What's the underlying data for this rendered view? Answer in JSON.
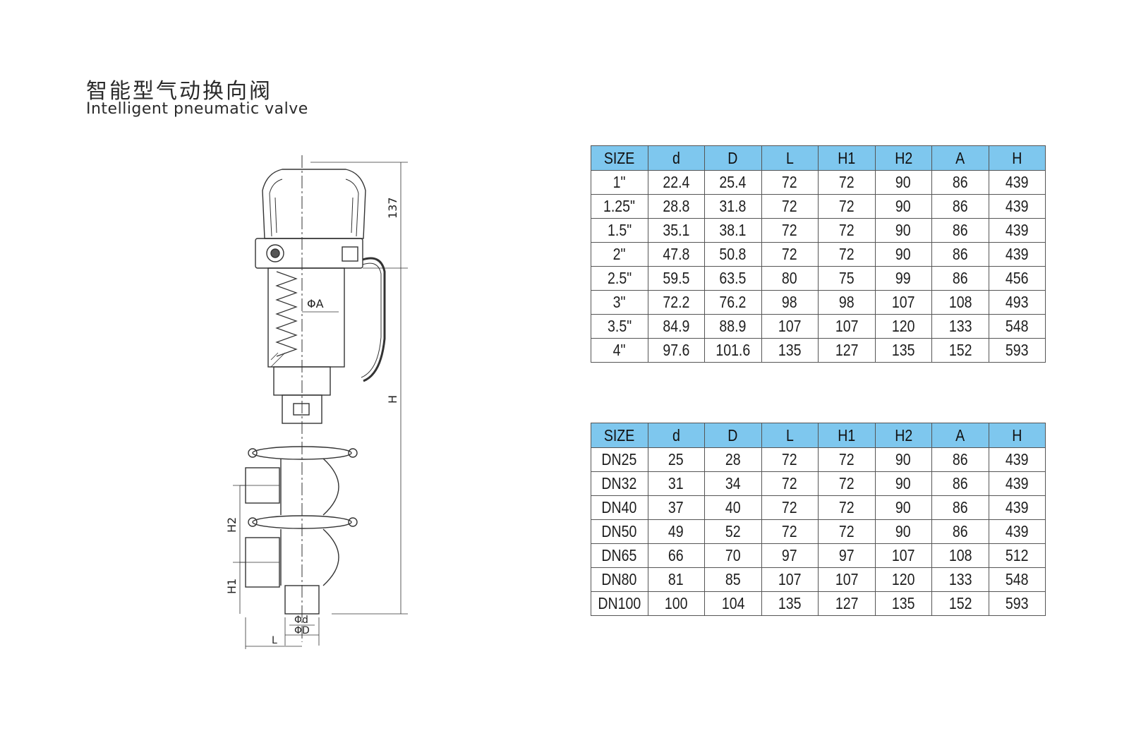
{
  "title": {
    "cn": "智能型气动换向阀",
    "en": "Intelligent pneumatic valve"
  },
  "drawing": {
    "labels": {
      "dim_137": "137",
      "dim_H": "H",
      "dim_phiA": "ΦA",
      "dim_H2": "H2",
      "dim_H1": "H1",
      "dim_phid": "Φd",
      "dim_phiD": "ΦD",
      "dim_L": "L"
    }
  },
  "tables": {
    "inch": {
      "headers": [
        "SIZE",
        "d",
        "D",
        "L",
        "H1",
        "H2",
        "A",
        "H"
      ],
      "rows": [
        [
          "1\"",
          "22.4",
          "25.4",
          "72",
          "72",
          "90",
          "86",
          "439"
        ],
        [
          "1.25\"",
          "28.8",
          "31.8",
          "72",
          "72",
          "90",
          "86",
          "439"
        ],
        [
          "1.5\"",
          "35.1",
          "38.1",
          "72",
          "72",
          "90",
          "86",
          "439"
        ],
        [
          "2\"",
          "47.8",
          "50.8",
          "72",
          "72",
          "90",
          "86",
          "439"
        ],
        [
          "2.5\"",
          "59.5",
          "63.5",
          "80",
          "75",
          "99",
          "86",
          "456"
        ],
        [
          "3\"",
          "72.2",
          "76.2",
          "98",
          "98",
          "107",
          "108",
          "493"
        ],
        [
          "3.5\"",
          "84.9",
          "88.9",
          "107",
          "107",
          "120",
          "133",
          "548"
        ],
        [
          "4\"",
          "97.6",
          "101.6",
          "135",
          "127",
          "135",
          "152",
          "593"
        ]
      ]
    },
    "dn": {
      "headers": [
        "SIZE",
        "d",
        "D",
        "L",
        "H1",
        "H2",
        "A",
        "H"
      ],
      "rows": [
        [
          "DN25",
          "25",
          "28",
          "72",
          "72",
          "90",
          "86",
          "439"
        ],
        [
          "DN32",
          "31",
          "34",
          "72",
          "72",
          "90",
          "86",
          "439"
        ],
        [
          "DN40",
          "37",
          "40",
          "72",
          "72",
          "90",
          "86",
          "439"
        ],
        [
          "DN50",
          "49",
          "52",
          "72",
          "72",
          "90",
          "86",
          "439"
        ],
        [
          "DN65",
          "66",
          "70",
          "97",
          "97",
          "107",
          "108",
          "512"
        ],
        [
          "DN80",
          "81",
          "85",
          "107",
          "107",
          "120",
          "133",
          "548"
        ],
        [
          "DN100",
          "100",
          "104",
          "135",
          "127",
          "135",
          "152",
          "593"
        ]
      ]
    }
  },
  "colors": {
    "header_bg": "#7ec7ee",
    "line": "#333333"
  }
}
